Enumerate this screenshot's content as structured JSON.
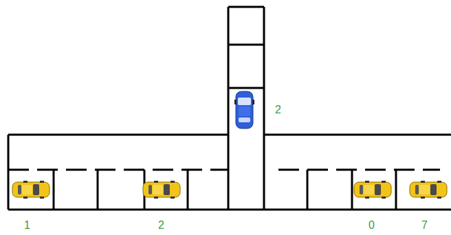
{
  "diagram": {
    "labels": [
      "2",
      "1",
      "2",
      "0",
      "7"
    ]
  }
}
